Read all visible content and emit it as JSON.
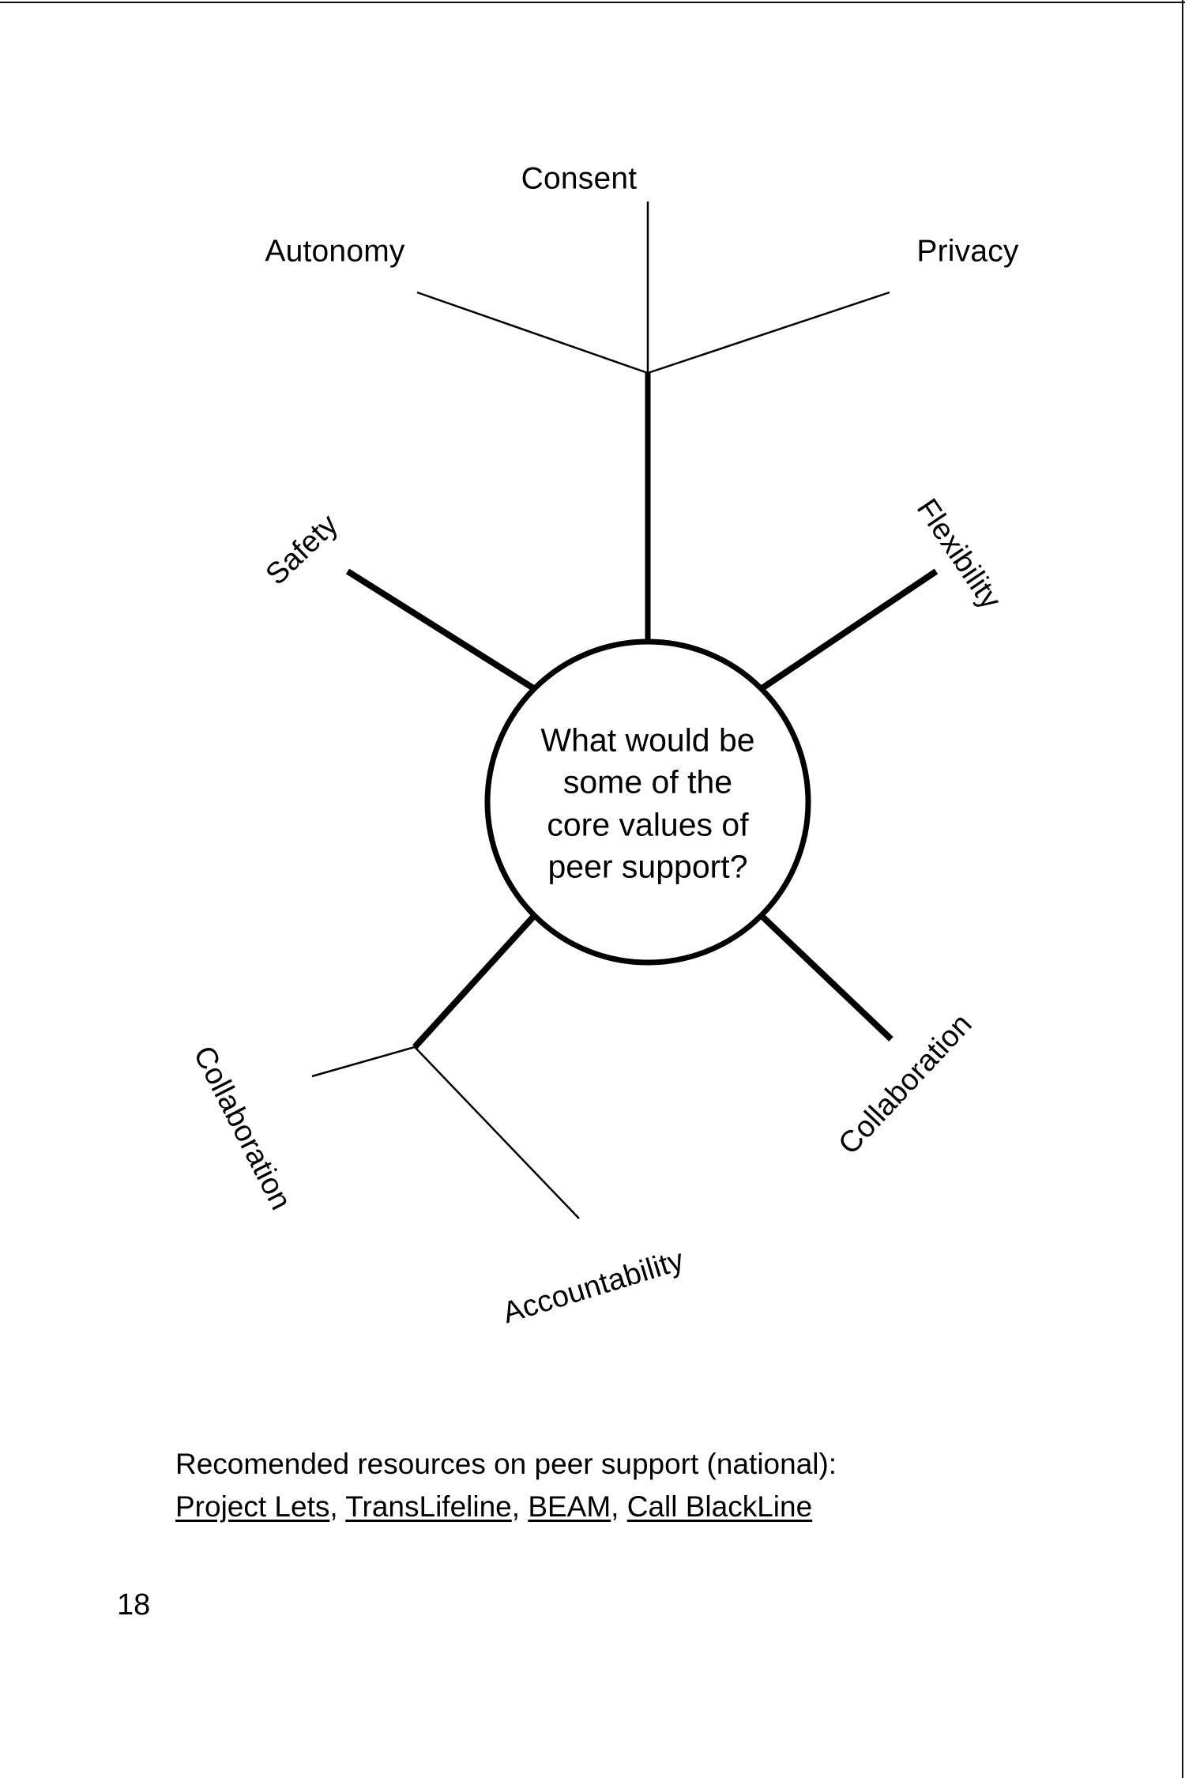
{
  "page": {
    "number": "18",
    "background": "#ffffff",
    "ink": "#000000"
  },
  "diagram": {
    "center_question": {
      "lines": [
        "What would be",
        "some of the",
        "core values of",
        "peer support?"
      ]
    },
    "spokes": [
      {
        "id": "consent",
        "label": "Consent",
        "position": "top",
        "rotation_deg": 0
      },
      {
        "id": "autonomy",
        "label": "Autonomy",
        "position": "top-left",
        "rotation_deg": 0
      },
      {
        "id": "privacy",
        "label": "Privacy",
        "position": "top-right",
        "rotation_deg": 0
      },
      {
        "id": "safety",
        "label": "Safety",
        "position": "upper-left",
        "rotation_deg": -44
      },
      {
        "id": "flexibility",
        "label": "Flexibility",
        "position": "upper-right",
        "rotation_deg": 56
      },
      {
        "id": "collaboration-left",
        "label": "Collaboration",
        "position": "lower-left",
        "rotation_deg": 63
      },
      {
        "id": "collaboration-right",
        "label": "Collaboration",
        "position": "lower-right",
        "rotation_deg": -47
      },
      {
        "id": "accountability",
        "label": "Accountability",
        "position": "bottom",
        "rotation_deg": -17
      }
    ]
  },
  "footer": {
    "intro": "Recomended resources on peer support (national):",
    "resources": [
      {
        "name": "Project Lets",
        "separator": ", "
      },
      {
        "name": "TransLifeline",
        "separator": ", "
      },
      {
        "name": "BEAM",
        "separator": ", "
      },
      {
        "name": "Call BlackLine",
        "separator": ""
      }
    ]
  }
}
